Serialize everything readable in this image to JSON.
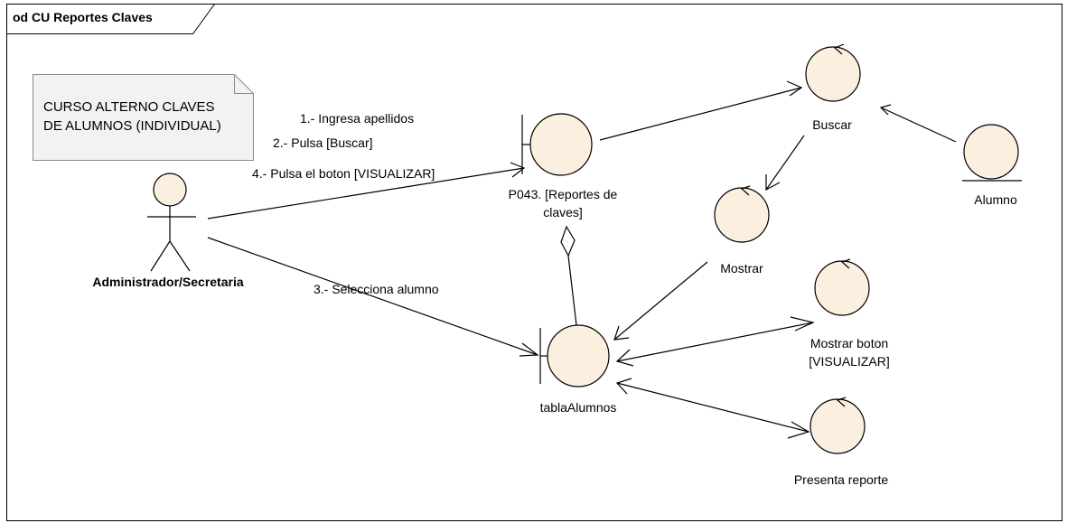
{
  "frame": {
    "title": "od CU Reportes Claves"
  },
  "note": {
    "lines": [
      "CURSO ALTERNO CLAVES",
      "DE ALUMNOS (INDIVIDUAL)"
    ]
  },
  "actor": {
    "name": "Administrador/Secretaria"
  },
  "boundaries": {
    "p043": {
      "lines": [
        "P043. [Reportes de",
        "claves]"
      ]
    },
    "tabla": {
      "name": "tablaAlumnos"
    }
  },
  "controls": {
    "buscar": "Buscar",
    "mostrar": "Mostrar",
    "mostrar_boton": [
      "Mostrar boton",
      "[VISUALIZAR]"
    ],
    "presenta": "Presenta reporte"
  },
  "entities": {
    "alumno": "Alumno"
  },
  "messages": {
    "m1": "1.- Ingresa apellidos",
    "m2": "2.- Pulsa [Buscar]",
    "m4": "4.- Pulsa el boton [VISUALIZAR]",
    "m3": "3.- Selecciona alumno"
  },
  "colors": {
    "element_fill": "#fbefdf",
    "note_fill": "#f3f2f3",
    "line": "#000000"
  }
}
